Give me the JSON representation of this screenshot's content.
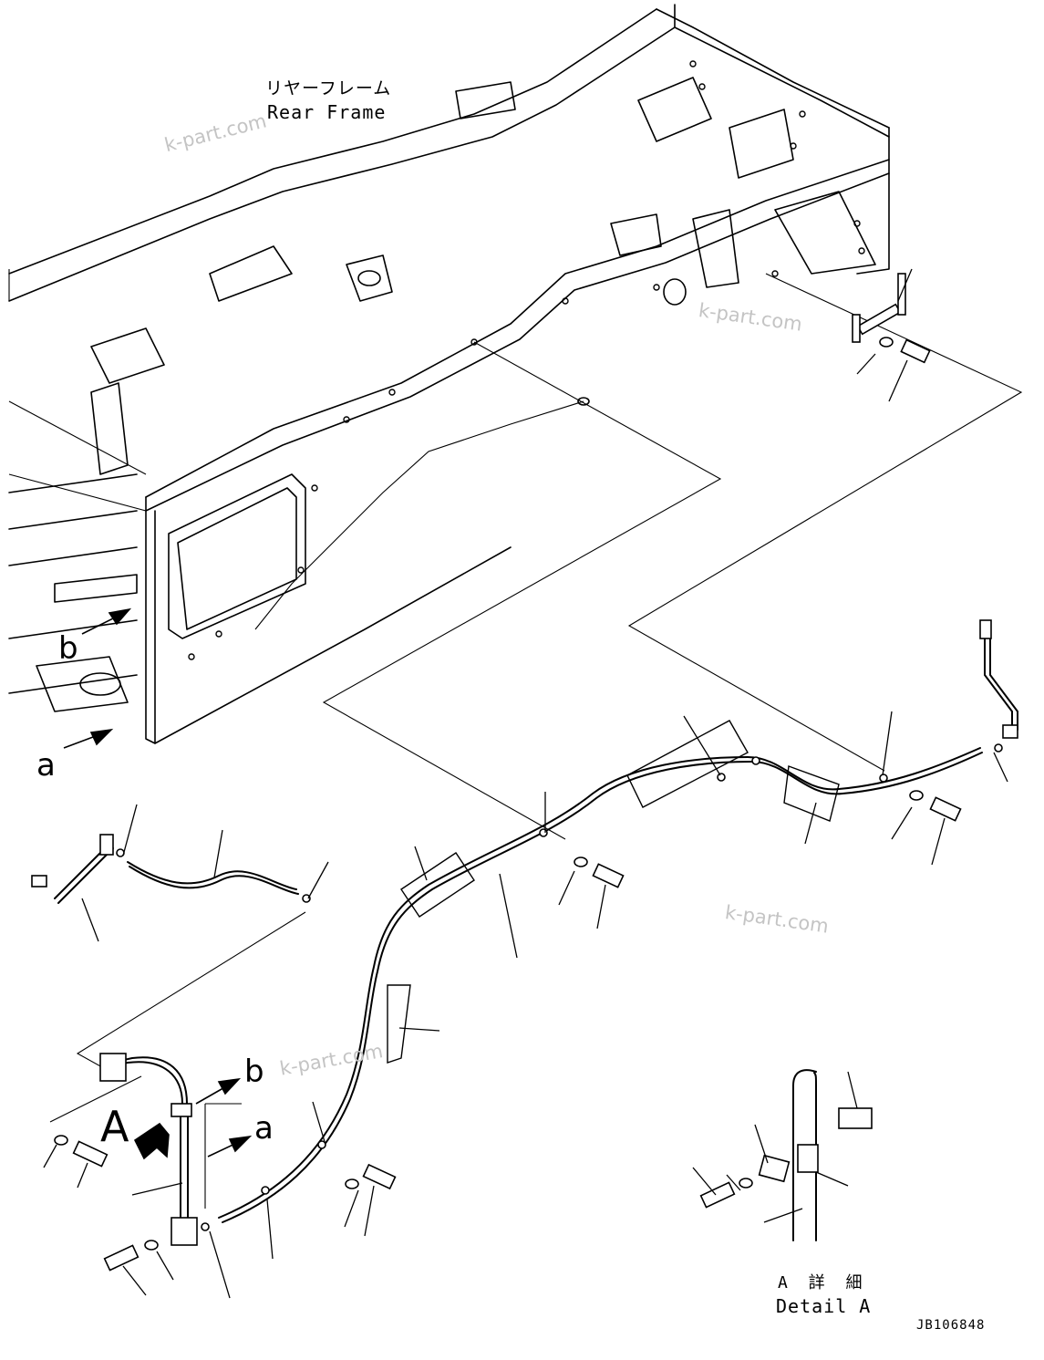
{
  "labels": {
    "rear_frame_jp": "リヤーフレーム",
    "rear_frame_en": "Rear Frame",
    "letter_b": "b",
    "letter_a": "a",
    "letter_A": "A",
    "detail_jp": "A 詳 細",
    "detail_en": "Detail A",
    "drawing_ref": "JB106848"
  },
  "watermark": "k-part.com",
  "colors": {
    "line": "#000000",
    "watermark": "#c4c4c4",
    "background": "#ffffff"
  }
}
